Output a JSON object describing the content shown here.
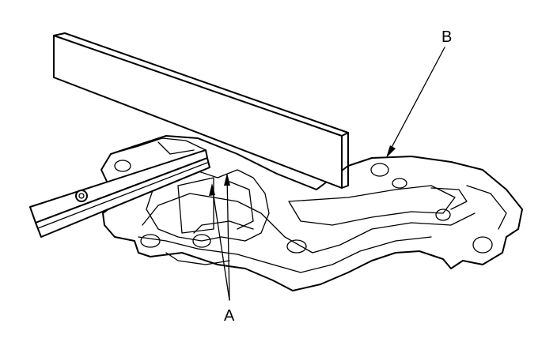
{
  "callouts": [
    {
      "id": "A",
      "label": "A"
    },
    {
      "id": "B",
      "label": "B"
    }
  ],
  "colors": {
    "line": "#000000",
    "background": "#ffffff"
  }
}
